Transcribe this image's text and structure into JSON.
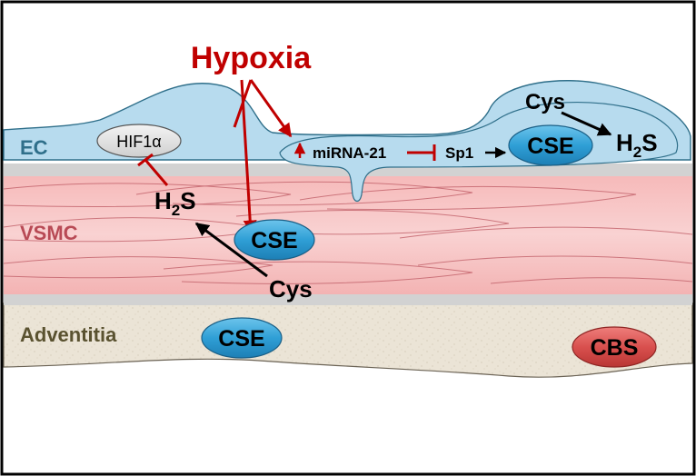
{
  "labels": {
    "hypoxia": "Hypoxia",
    "ec": "EC",
    "vsmc": "VSMC",
    "adventitia": "Adventitia",
    "hif": "HIF1α",
    "mirna": "miRNA-21",
    "sp1": "Sp1",
    "cys_ec": "Cys",
    "cys_vsmc": "Cys",
    "h2s_main": "H",
    "h2s_sub": "2",
    "h2s_tail": "S",
    "cse_ec": "CSE",
    "cse_vsmc": "CSE",
    "cse_adv": "CSE",
    "cbs_adv": "CBS"
  },
  "colors": {
    "hypoxia_red": "#c00000",
    "ec_fill": "#b7dbee",
    "ec_text": "#2f6f8a",
    "vsmc_fill": "#f7c6c6",
    "vsmc_text": "#b84a55",
    "adventitia_fill": "#e9e2d4",
    "adventitia_text": "#5a5230",
    "cse_fill": "#3aa6d8",
    "cbs_fill": "#d9504e",
    "lamina_gray": "#d2d2d2"
  }
}
